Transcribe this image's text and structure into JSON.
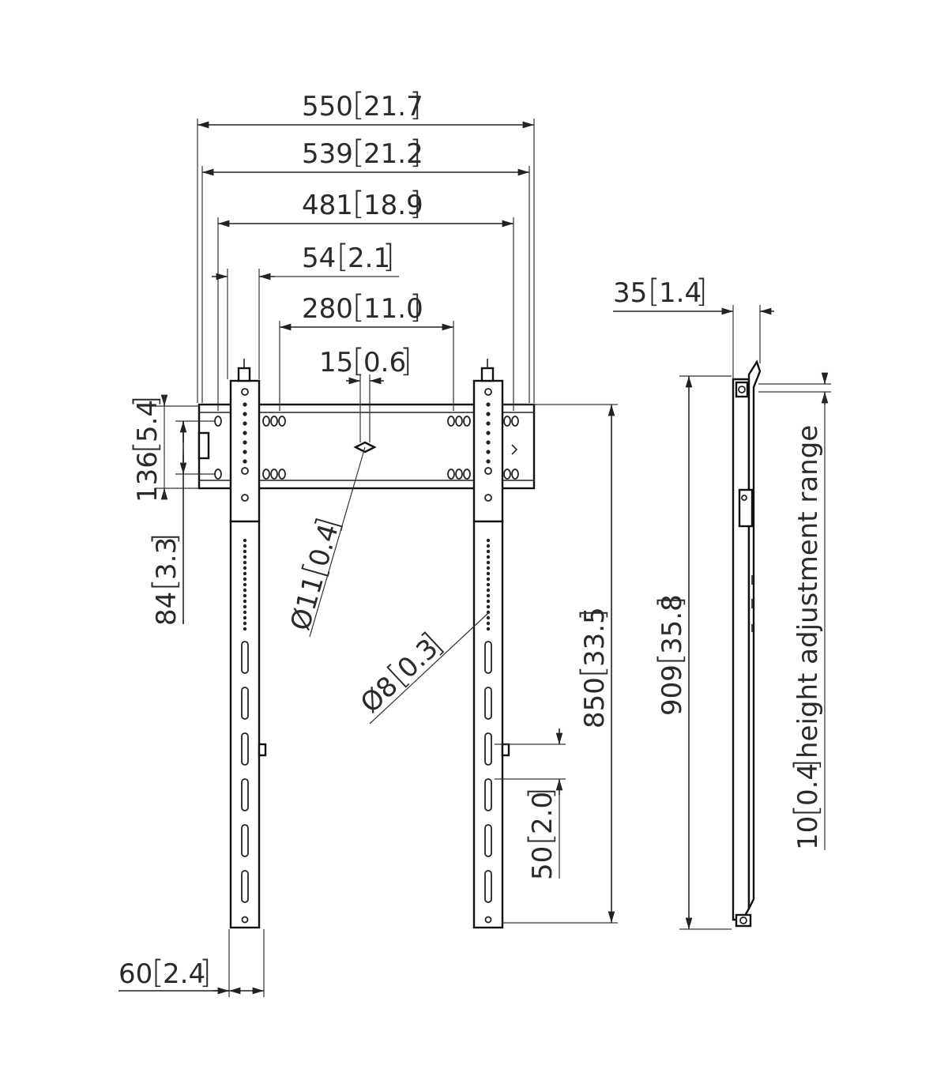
{
  "dimensions": {
    "width_overall": {
      "value": "550",
      "inch": "21.7"
    },
    "width_outer": {
      "value": "539",
      "inch": "21.2"
    },
    "width_inner": {
      "value": "481",
      "inch": "18.9"
    },
    "bracket_width": {
      "value": "54",
      "inch": "2.1"
    },
    "hole_spacing": {
      "value": "280",
      "inch": "11.0"
    },
    "center_slot": {
      "value": "15",
      "inch": "0.6"
    },
    "rail_height": {
      "value": "136",
      "inch": "5.4"
    },
    "rail_inner": {
      "value": "84",
      "inch": "3.3"
    },
    "center_hole_dia": {
      "value": "Ø11",
      "inch": "0.4"
    },
    "arm_hole_dia": {
      "value": "Ø8",
      "inch": "0.3"
    },
    "arm_height": {
      "value": "850",
      "inch": "33.5"
    },
    "hole_pitch": {
      "value": "50",
      "inch": "2.0"
    },
    "arm_width": {
      "value": "60",
      "inch": "2.4"
    },
    "side_depth": {
      "value": "35",
      "inch": "1.4"
    },
    "side_height": {
      "value": "909",
      "inch": "35.8"
    },
    "height_adjust": {
      "value": "10",
      "inch": "0.4",
      "label": "height adjustment range"
    }
  }
}
